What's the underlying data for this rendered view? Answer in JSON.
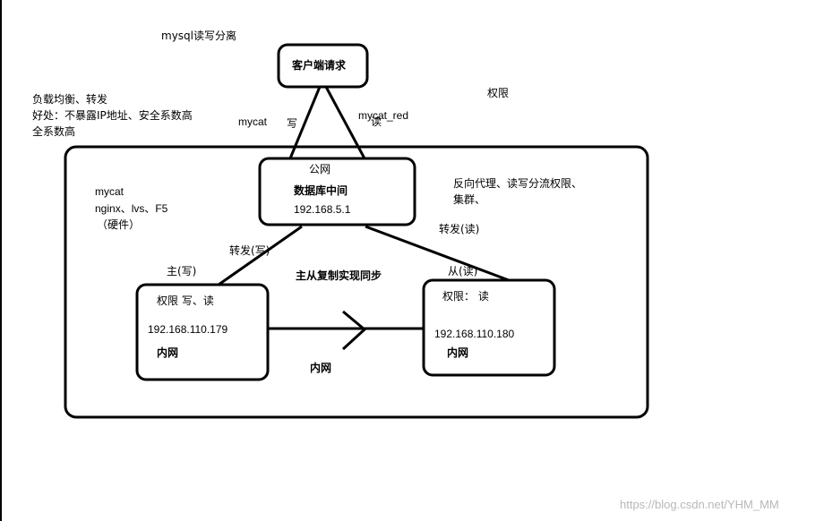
{
  "diagram": {
    "title": "mysql读写分离",
    "client": "客户端请求",
    "notes_left": [
      "负载均衡、转发",
      "好处：不暴露IP地址、安全系数高",
      "全系数高"
    ],
    "mycat_write": "mycat",
    "write_char": "写",
    "mycat_read": "mycat_red",
    "read_char": "读",
    "permission": "权限",
    "middleware": {
      "public_net": "公网",
      "name": "数据库中间",
      "ip": "192.168.5.1"
    },
    "proxy_notes": [
      "反向代理、读写分流权限、",
      "集群、"
    ],
    "software": [
      "mycat",
      "nginx、lvs、F5",
      "（硬件）"
    ],
    "forward_write": "转发(写)",
    "forward_read": "转发(读)",
    "master_label": "主(写)",
    "slave_label": "从(读)",
    "replication": "主从复制实现同步",
    "master": {
      "perm": "权限 写、读",
      "ip": "192.168.110.179",
      "net": "内网"
    },
    "slave": {
      "perm": "权限：   读",
      "ip": "192.168.110.180",
      "net": "内网"
    },
    "internal_net": "内网"
  },
  "watermark": "https://blog.csdn.net/YHM_MM"
}
